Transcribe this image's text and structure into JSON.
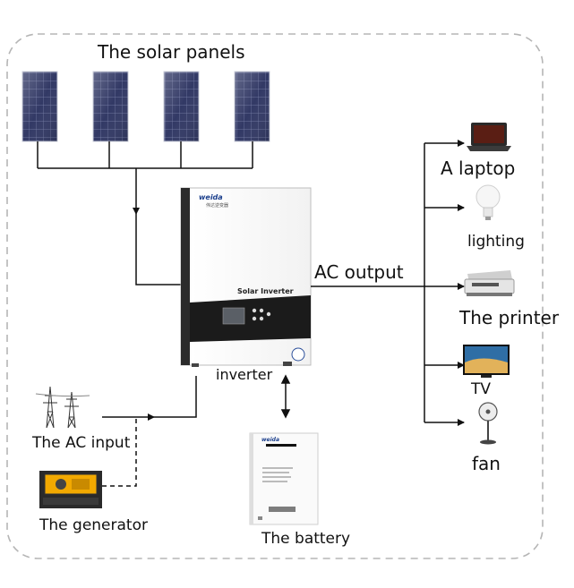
{
  "labels": {
    "solar_panels": "The solar panels",
    "ac_output": "AC output",
    "inverter": "inverter",
    "laptop": "A laptop",
    "lighting": "lighting",
    "printer": "The printer",
    "tv": "TV",
    "fan": "fan",
    "ac_input": "The AC input",
    "generator": "The generator",
    "battery": "The battery"
  },
  "inverter_device": {
    "brand": "weida",
    "brand_sub": "伟达逆变器",
    "model_text": "Solar Inverter"
  },
  "battery_device": {
    "brand": "weida"
  },
  "colors": {
    "panel": "#2f3560",
    "panel_grid": "#8a90b8",
    "line": "#111111",
    "border": "#b5b5b5",
    "inverter_panel": "#1b1b1b"
  }
}
